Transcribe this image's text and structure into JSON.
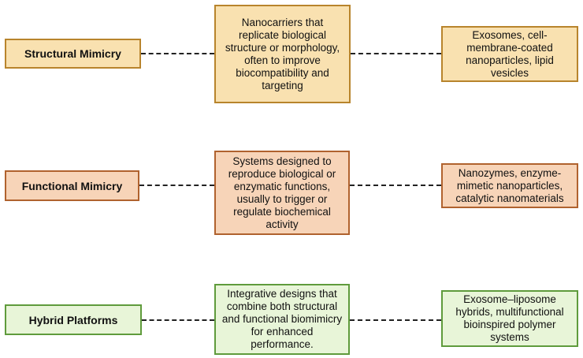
{
  "rows": [
    {
      "category": "Structural Mimicry",
      "description": "Nanocarriers that replicate biological structure or morphology, often to improve biocompatibility and targeting",
      "examples": "Exosomes, cell-membrane-coated nanoparticles, lipid vesicles"
    },
    {
      "category": "Functional Mimicry",
      "description": "Systems designed to reproduce biological or enzymatic functions, usually to trigger or regulate biochemical activity",
      "examples": "Nanozymes, enzyme-mimetic nanoparticles, catalytic nanomaterials"
    },
    {
      "category": "Hybrid Platforms",
      "description": "Integrative designs that combine both structural and functional biomimicry for enhanced performance.",
      "examples": "Exosome–liposome hybrids, multifunctional bioinspired polymer systems"
    }
  ],
  "colors": {
    "structural_fill": "#f9e1b0",
    "structural_border": "#b8842c",
    "functional_fill": "#f7d4b8",
    "functional_border": "#b0622e",
    "hybrid_fill": "#e8f5d8",
    "hybrid_border": "#5f9b3c",
    "connector": "#222222"
  }
}
